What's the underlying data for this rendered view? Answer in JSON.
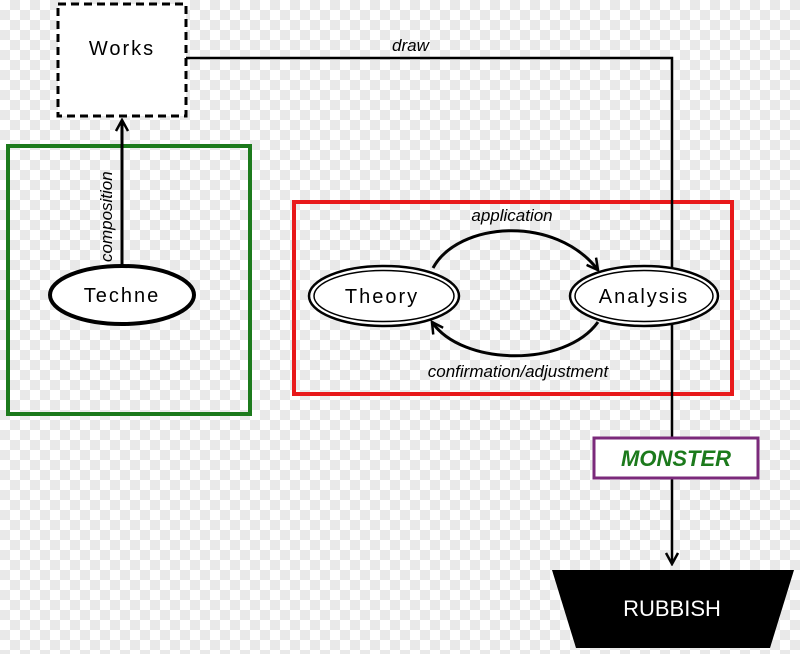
{
  "nodes": {
    "works": "Works",
    "techne": "Techne",
    "theory": "Theory",
    "analysis": "Analysis",
    "monster": "MONSTER",
    "rubbish": "RUBBISH"
  },
  "edges": {
    "draw": "draw",
    "composition": "composition",
    "application": "application",
    "confirmation": "confirmation/adjustment"
  },
  "colors": {
    "techne_box": "#1c7a1c",
    "theory_box": "#e8191b",
    "monster_border": "#7b2a7b",
    "monster_text": "#1c7a1c",
    "rubbish_fill": "#000000",
    "rubbish_text": "#ffffff"
  }
}
